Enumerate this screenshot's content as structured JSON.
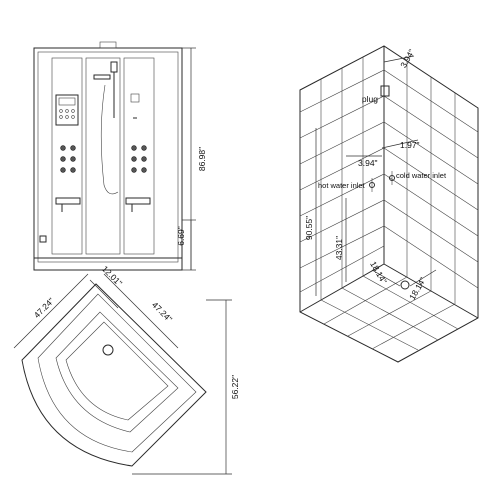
{
  "front_view": {
    "height_total": "86.98\"",
    "height_base": "6.69\""
  },
  "top_view": {
    "side_left": "47.24\"",
    "side_right": "47.24\"",
    "front_width": "12.01\"",
    "diagonal": "56.22\""
  },
  "install_view": {
    "plug_label": "plug",
    "plug_offset": "3.94\"",
    "hot_label": "hot water inlet",
    "cold_label": "cold water inlet",
    "inlet_spacing_a": "3.94\"",
    "inlet_spacing_b": "1.97\"",
    "height_total": "90.55\"",
    "height_inlet": "43.31\"",
    "drain_left": "18.14\"",
    "drain_right": "18.14\""
  }
}
